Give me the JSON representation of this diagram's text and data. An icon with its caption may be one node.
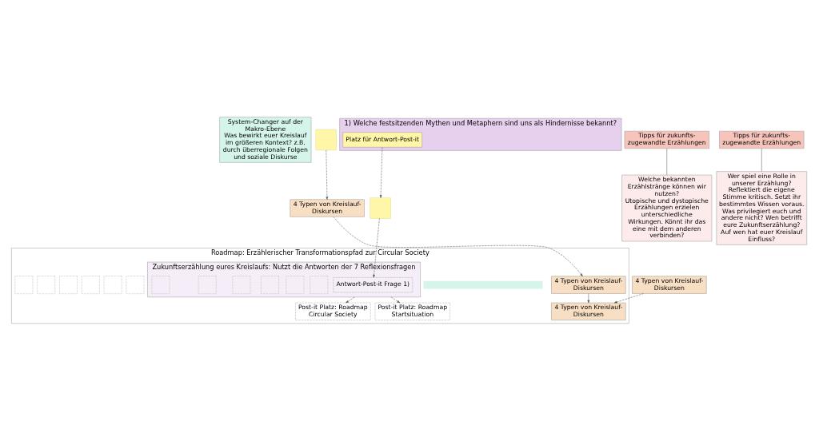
{
  "diagram": {
    "nodes": [
      {
        "text": [
          "System-Changer auf der Makro-Ebene",
          "Was bewirkt euer Kreislauf im größeren Kontext? z.B. durch überregionale Folgen und soziale Diskurse"
        ]
      },
      {
        "text": [],
        "shape": "box"
      },
      {
        "text": [
          "4 Typen von Kreislauf-Diskursen"
        ]
      },
      {
        "text": [
          "Roadmap: Erzählerischer Transformationspfad zur Circular Society"
        ]
      },
      {
        "text": [],
        "shape": "bar",
        "in": 3
      },
      {
        "text": [
          "4 Typen von Kreislauf-Diskursen"
        ],
        "in": 3
      },
      {
        "text": [],
        "shape": "box",
        "in": 3
      },
      {
        "text": [
          "Post-it Platz: Roadmap Startsituation"
        ],
        "in": 3
      },
      {
        "text": [],
        "shape": "box",
        "in": 3
      },
      {
        "text": [],
        "shape": "box",
        "in": 3
      },
      {
        "text": [],
        "shape": "box",
        "in": 3
      },
      {
        "text": [],
        "shape": "box",
        "in": 3
      },
      {
        "text": [],
        "shape": "box",
        "in": 3
      },
      {
        "text": [
          "Post-it Platz: Roadmap Circular Society"
        ],
        "in": 3
      },
      {
        "text": [
          "4 Typen von Kreislauf-Diskursen"
        ],
        "in": 3
      },
      {
        "text": [
          "Zukunftserzählung eures Kreislaufs: Nutzt die Antworten der 7 Reflexionsfragen"
        ],
        "in": 3
      },
      {
        "text": [
          "Antwort-Post-it Frage 1)"
        ],
        "in": 15
      },
      {
        "text": [],
        "shape": "box",
        "in": 15
      },
      {
        "text": [],
        "shape": "box",
        "in": 15
      },
      {
        "text": [],
        "shape": "box",
        "in": 15
      },
      {
        "text": [],
        "shape": "box",
        "in": 15
      },
      {
        "text": [],
        "shape": "box",
        "in": 15
      },
      {
        "text": [],
        "shape": "box",
        "in": 15
      },
      {
        "text": [
          "Tipps für zukunfts-zugewandte Erzählungen"
        ]
      },
      {
        "text": [
          "Tipps für zukunfts-zugewandte Erzählungen"
        ]
      },
      {
        "text": [
          "Welche bekannten Erzählstränge können wir nutzen?",
          "Utopische und dystopische Erzählungen erzielen unterschiedliche Wirkungen. Könnt ihr das eine mit dem anderen verbinden?"
        ]
      },
      {
        "text": [
          "Wer spiel eine Rolle in unserer Erzählung?",
          "Reflektiert die eigene Stimme kritisch. Setzt ihr bestimmtes Wissen voraus. Was privilegiert euch und andere nicht? Wen betrifft eure Zukunftserzählung? Auf wen hat euer Kreislauf Einfluss?"
        ]
      },
      {
        "text": [
          "4 Typen von Kreislauf-Diskursen"
        ]
      },
      {
        "text": [
          "1) Welche festsitzenden Mythen und Metaphern sind uns als Hindernisse bekannt?"
        ]
      },
      {
        "text": [
          "Platz für Antwort-Post-it"
        ],
        "in": 28
      },
      {
        "text": [],
        "shape": "box"
      }
    ],
    "edges": [
      {
        "from": 1,
        "to": 2,
        "arrow": "to",
        "style": "dashed"
      },
      {
        "from": 2,
        "to": 5,
        "arrow": "to",
        "style": "dashed"
      },
      {
        "from": 5,
        "to": 14,
        "arrow": "to"
      },
      {
        "from": 27,
        "to": 14,
        "arrow": "to",
        "style": "dashed"
      },
      {
        "from": 29,
        "to": 30,
        "arrow": "to",
        "style": "dashed"
      },
      {
        "from": 30,
        "to": 16,
        "arrow": "to",
        "style": "dashed"
      },
      {
        "from": 15,
        "to": 7,
        "arrow": "to",
        "style": "dashed"
      },
      {
        "from": 15,
        "to": 13,
        "arrow": "to",
        "style": "dashed"
      },
      {
        "from": 23,
        "to": 25,
        "arrow": "none"
      },
      {
        "from": 24,
        "to": 26,
        "arrow": "none"
      }
    ]
  }
}
